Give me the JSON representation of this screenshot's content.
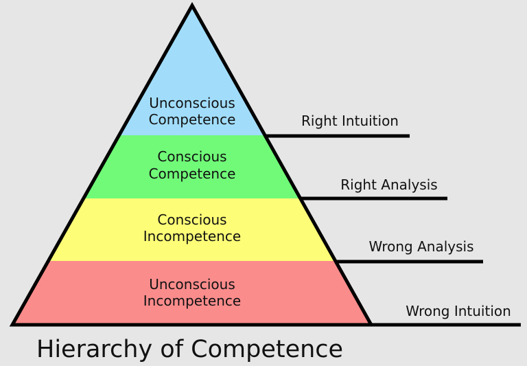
{
  "diagram_title": "Hierarchy of Competence",
  "colors": {
    "background": "#e6e6e6",
    "outline": "#000000",
    "text": "#111111"
  },
  "pyramid": {
    "levels": [
      {
        "name": "unconscious-competence",
        "label_line1": "Unconscious",
        "label_line2": "Competence",
        "color": "#a1ddfb",
        "side_label": "Right Intuition"
      },
      {
        "name": "conscious-competence",
        "label_line1": "Conscious",
        "label_line2": "Competence",
        "color": "#70fa78",
        "side_label": "Right Analysis"
      },
      {
        "name": "conscious-incompetence",
        "label_line1": "Conscious",
        "label_line2": "Incompetence",
        "color": "#fdfd77",
        "side_label": "Wrong Analysis"
      },
      {
        "name": "unconscious-incompetence",
        "label_line1": "Unconscious",
        "label_line2": "Incompetence",
        "color": "#fb8c8c",
        "side_label": "Wrong Intuition"
      }
    ]
  }
}
